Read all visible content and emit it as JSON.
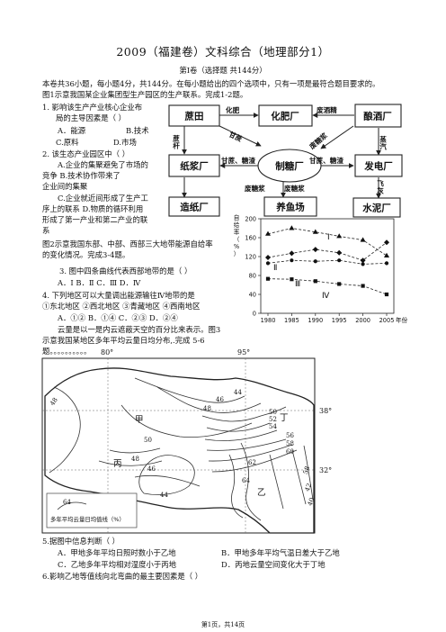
{
  "title": "2009（福建卷）文科综合（地理部分1）",
  "section": "第Ⅰ卷（选择题 共144分）",
  "intro": [
    "本卷共36小题，每小题4分，共144分。在每小题给出的四个选项中，只有一项是最符合题目要求的。",
    "图1示意我国某企业集团型生产园区的生产联系。完成1-2题。"
  ],
  "q1": {
    "stem": "1.  影响该生产产业核心企业布",
    "stem2": "局的主导因素是（    ）",
    "a": "A．能源",
    "b": "B.技术",
    "c": "C.原料",
    "d": "D.市场"
  },
  "q2": {
    "stem": "2.  该生态产业园区中（    ）",
    "lines": [
      "A.企业的集聚避免了市场的",
      "竞争          B.技术协作带来了",
      "企业间的集聚",
      "C.企业就近间形成了生产工",
      "序上的联系   D.物质的循环利用",
      "形成了第一产业和第二产业的联",
      "系"
    ]
  },
  "intro2": [
    "图2示意我国东部、中部、西部三大地带能源自给率",
    "的变化情况。完成3-4题。"
  ],
  "q3": {
    "stem": "3.   图中四条曲线代表西部地带的是（    ）",
    "opts": "A．Ⅰ        B．Ⅱ        C．Ⅲ        D．Ⅳ"
  },
  "q4": {
    "stem": "4.   下列地区可以大量调出能源输往Ⅳ地带的是",
    "areas": "①东北地区  ②西北地区  ③青藏地区  ④西南地区",
    "opts": "A．①②      B．①④      C．②③      D．②④"
  },
  "intro3": [
    "云量是以一是内云遮蔽天空的百分比来表示。图3",
    "示意我国某地区多年平均云量日均分布,.完成 5-6",
    "题。。。。。。。。。。"
  ],
  "q5": {
    "stem": "5.据图中信息判断（   ）",
    "a": "A．甲地多年平均日照时数小于乙地",
    "b": "B．甲地多年平均气温日差大于乙地",
    "c": "C．乙地多年平均相对湿度小于丙地",
    "d": "D．丙地云量空间变化大于丁地"
  },
  "q6": {
    "stem": "6.影响乙地等值线向北弯曲的最主要因素是（    ）"
  },
  "footer": "第1页，共14页",
  "fig1": {
    "boxes": [
      "蔗田",
      "化肥厂",
      "酿酒厂",
      "纸浆厂",
      "制糖厂",
      "发电厂",
      "造纸厂",
      "养鱼场",
      "水泥厂"
    ],
    "edges": [
      "化肥",
      "废酒精",
      "蔗杆",
      "甘蔗",
      "废糖浆",
      "蒸汽",
      "甘蔗、糖渣",
      "甘蔗、糖渣",
      "飞灰",
      "废糖浆",
      "废糖浆"
    ]
  },
  "chart_data": {
    "type": "line",
    "ylabel": "自给率（%）",
    "xlabel": "年份",
    "x": [
      1980,
      1985,
      1990,
      1995,
      2000,
      2005
    ],
    "ylim": [
      0,
      200
    ],
    "yticks": [
      0,
      40,
      80,
      120,
      160,
      200
    ],
    "series": [
      {
        "name": "Ⅰ",
        "marker": "triangle",
        "values": [
          168,
          180,
          172,
          163,
          155,
          122
        ]
      },
      {
        "name": "Ⅱ",
        "marker": "diamond",
        "values": [
          118,
          127,
          135,
          128,
          112,
          150
        ]
      },
      {
        "name": "Ⅲ",
        "marker": "circle",
        "values": [
          106,
          112,
          110,
          112,
          104,
          106
        ]
      },
      {
        "name": "Ⅳ",
        "marker": "square",
        "values": [
          73,
          72,
          68,
          62,
          58,
          40
        ]
      }
    ]
  },
  "map": {
    "lon": [
      "80°",
      "95°"
    ],
    "lat": [
      "38°",
      "32°"
    ],
    "places": [
      "甲",
      "乙",
      "丙",
      "丁"
    ],
    "contours": [
      "48",
      "46",
      "48",
      "44",
      "50",
      "52",
      "54",
      "56",
      "58",
      "60",
      "50",
      "48",
      "46",
      "62",
      "64",
      "44",
      "58",
      "42",
      "40"
    ],
    "legend_value": "64",
    "legend_label": "多年平均云量日均值线（%）"
  }
}
